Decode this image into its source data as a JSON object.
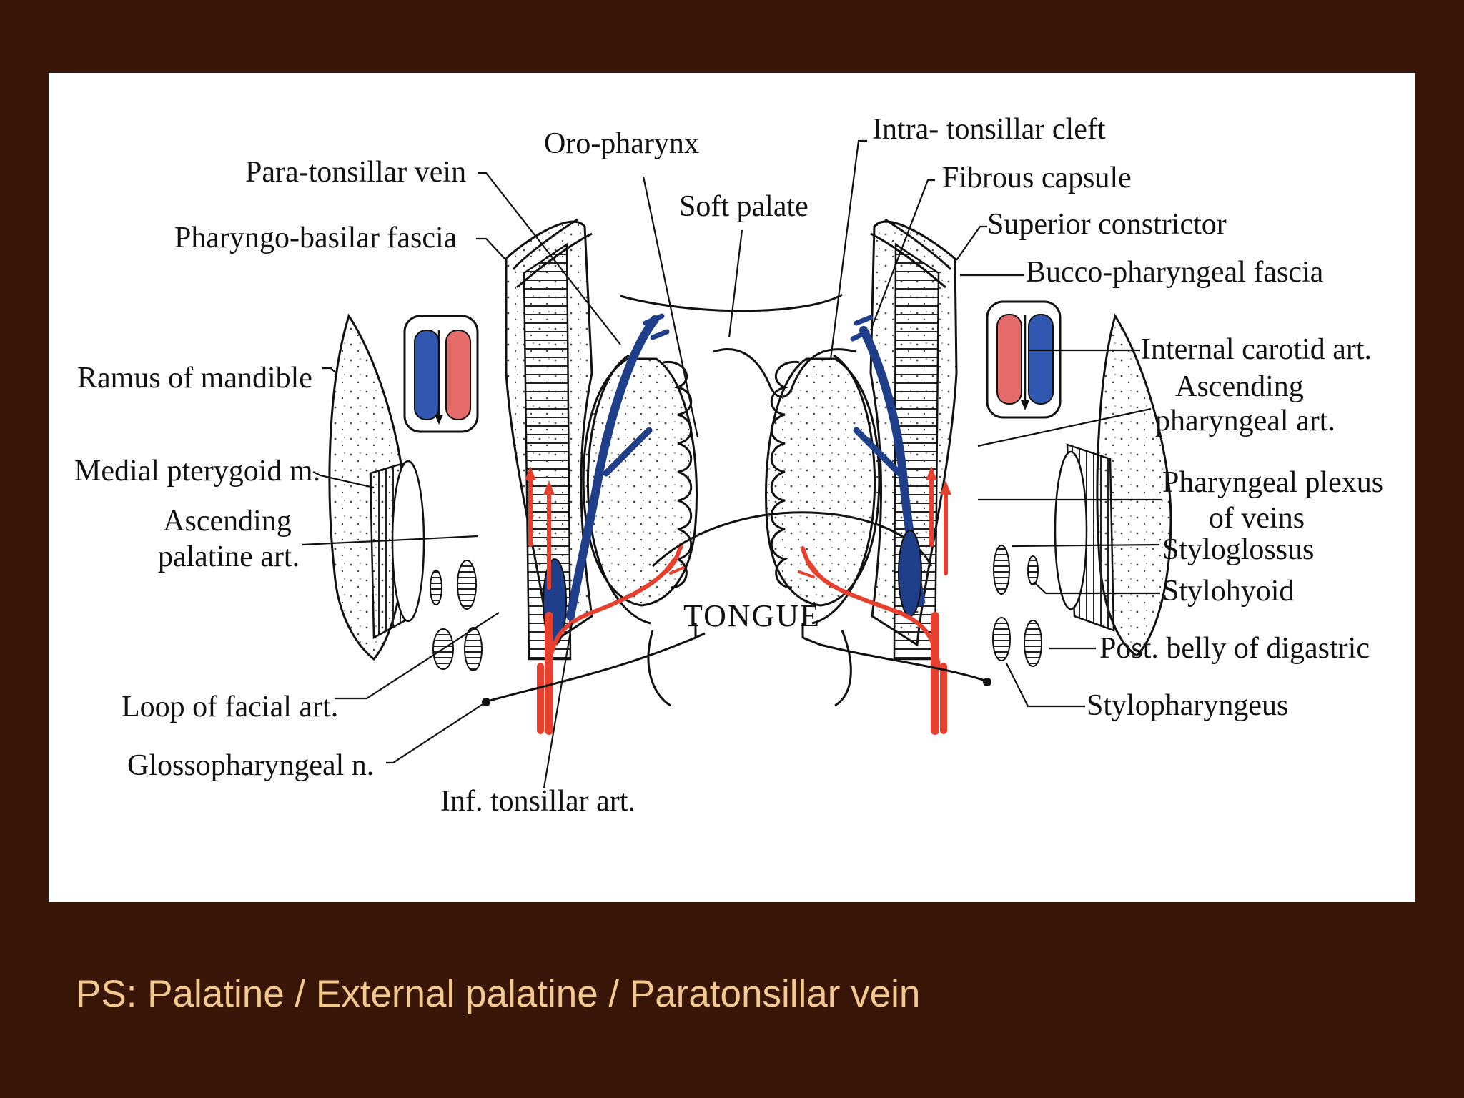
{
  "diagram": {
    "labels": {
      "para_tonsillar_vein": "Para-tonsillar vein",
      "pharyngo_basilar_fascia": "Pharyngo-basilar fascia",
      "oro_pharynx": "Oro-pharynx",
      "soft_palate": "Soft palate",
      "intra_tonsillar_cleft": "Intra- tonsillar cleft",
      "fibrous_capsule": "Fibrous capsule",
      "superior_constrictor": "Superior constrictor",
      "bucco_pharyngeal_fascia": "Bucco-pharyngeal fascia",
      "ramus_of_mandible": "Ramus of mandible",
      "medial_pterygoid": "Medial pterygoid m.",
      "ascending_palatine_1": "Ascending",
      "ascending_palatine_2": "palatine art.",
      "loop_of_facial": "Loop of facial art.",
      "glossopharyngeal": "Glossopharyngeal n.",
      "inf_tonsillar": "Inf. tonsillar art.",
      "tongue": "TONGUE",
      "internal_carotid": "Internal carotid art.",
      "ascending_pharyngeal_1": "Ascending",
      "ascending_pharyngeal_2": "pharyngeal art.",
      "pharyngeal_plexus_1": "Pharyngeal plexus",
      "pharyngeal_plexus_2": "of veins",
      "styloglossus": "Styloglossus",
      "stylohyoid": "Stylohyoid",
      "post_belly_digastric": "Post. belly of digastric",
      "stylopharyngeus": "Stylopharyngeus"
    },
    "colors": {
      "artery": "#e8402f",
      "vein": "#1f3f8a",
      "background": "#3a1608",
      "panel": "#ffffff",
      "caption": "#f2c98e"
    }
  },
  "caption": "PS: Palatine / External palatine / Paratonsillar vein"
}
